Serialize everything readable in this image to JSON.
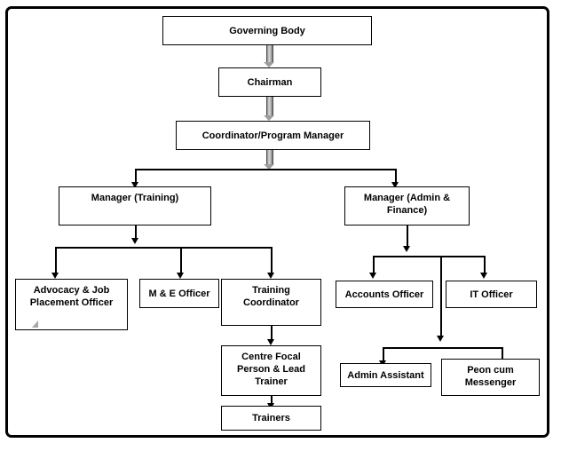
{
  "document": {
    "title": "Organizational Structure Chart",
    "frame_color": "#000000",
    "box_border_color": "#000000",
    "background_color": "#ffffff",
    "connector_color": "#000000",
    "block_arrow_color": "#9d9d9d"
  },
  "nodes": {
    "governing_body": {
      "label": "Governing Body"
    },
    "chairman": {
      "label": "Chairman"
    },
    "coordinator": {
      "label": "Coordinator/Program Manager"
    },
    "manager_training": {
      "label": "Manager (Training)"
    },
    "manager_admin_finance": {
      "label": "Manager (Admin &\nFinance)"
    },
    "advocacy_officer": {
      "label": "Advocacy & Job\nPlacement Officer"
    },
    "me_officer": {
      "label": "M & E Officer"
    },
    "training_coordinator": {
      "label": "Training\nCoordinator"
    },
    "accounts_officer": {
      "label": "Accounts Officer"
    },
    "it_officer": {
      "label": "IT Officer"
    },
    "centre_focal_person": {
      "label": "Centre Focal\nPerson & Lead\nTrainer"
    },
    "admin_assistant": {
      "label": "Admin Assistant"
    },
    "peon_cum_messenger": {
      "label": "Peon cum\nMessenger"
    },
    "trainers": {
      "label": "Trainers"
    }
  },
  "chart_data": {
    "type": "diagram",
    "title": "Organizational Structure Chart",
    "levels": [
      {
        "level": 1,
        "nodes": [
          "Governing Body"
        ]
      },
      {
        "level": 2,
        "nodes": [
          "Chairman"
        ]
      },
      {
        "level": 3,
        "nodes": [
          "Coordinator/Program Manager"
        ]
      },
      {
        "level": 4,
        "nodes": [
          "Manager (Training)",
          "Manager (Admin & Finance)"
        ]
      },
      {
        "level": 5,
        "nodes": [
          "Advocacy & Job Placement Officer",
          "M & E Officer",
          "Training Coordinator",
          "Accounts Officer",
          "IT Officer"
        ]
      },
      {
        "level": 6,
        "nodes": [
          "Centre Focal Person & Lead Trainer",
          "Admin Assistant",
          "Peon cum Messenger"
        ]
      },
      {
        "level": 7,
        "nodes": [
          "Trainers"
        ]
      }
    ],
    "edges": [
      {
        "from": "Governing Body",
        "to": "Chairman",
        "style": "block-arrow"
      },
      {
        "from": "Chairman",
        "to": "Coordinator/Program Manager",
        "style": "block-arrow"
      },
      {
        "from": "Coordinator/Program Manager",
        "to": "Manager (Training)",
        "style": "block-arrow-split"
      },
      {
        "from": "Coordinator/Program Manager",
        "to": "Manager (Admin & Finance)",
        "style": "block-arrow-split"
      },
      {
        "from": "Manager (Training)",
        "to": "Advocacy & Job Placement Officer",
        "style": "line"
      },
      {
        "from": "Manager (Training)",
        "to": "M & E Officer",
        "style": "line"
      },
      {
        "from": "Manager (Training)",
        "to": "Training Coordinator",
        "style": "line"
      },
      {
        "from": "Manager (Admin & Finance)",
        "to": "Accounts Officer",
        "style": "line"
      },
      {
        "from": "Manager (Admin & Finance)",
        "to": "IT Officer",
        "style": "line"
      },
      {
        "from": "Manager (Admin & Finance)",
        "to": "Admin Assistant",
        "style": "line"
      },
      {
        "from": "Manager (Admin & Finance)",
        "to": "Peon cum Messenger",
        "style": "line"
      },
      {
        "from": "Training Coordinator",
        "to": "Centre Focal Person & Lead Trainer",
        "style": "line"
      },
      {
        "from": "Centre Focal Person & Lead Trainer",
        "to": "Trainers",
        "style": "line"
      }
    ]
  }
}
